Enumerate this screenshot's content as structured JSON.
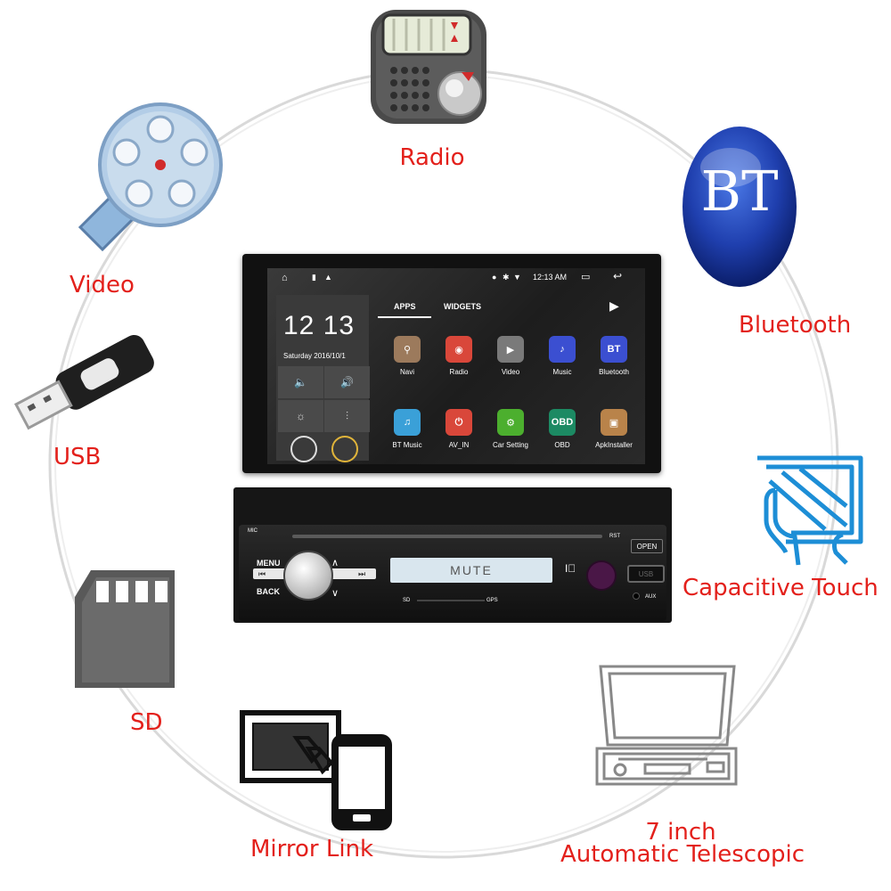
{
  "features": {
    "radio": "Radio",
    "video": "Video",
    "bluetooth": "Bluetooth",
    "bt_badge": "BT",
    "usb": "USB",
    "capacitive_touch": "Capacitive Touch",
    "sd": "SD",
    "mirror_link": "Mirror Link",
    "telescopic_line1": "7 inch",
    "telescopic_line2": "Automatic Telescopic"
  },
  "screen": {
    "status_time": "12:13 AM",
    "clock": "12 13",
    "date": "Saturday 2016/10/1",
    "tabs": {
      "apps": "APPS",
      "widgets": "WIDGETS"
    },
    "apps": [
      {
        "label": "Navi",
        "icon": "navi-icon",
        "color": "#9c7a5c",
        "glyph": "⚲"
      },
      {
        "label": "Radio",
        "icon": "radio-app-icon",
        "color": "#d9473a",
        "glyph": "◉"
      },
      {
        "label": "Video",
        "icon": "video-app-icon",
        "color": "#7a7a7a",
        "glyph": "▶"
      },
      {
        "label": "Music",
        "icon": "music-icon",
        "color": "#3b4fd1",
        "glyph": "♪"
      },
      {
        "label": "Bluetooth",
        "icon": "bluetooth-app-icon",
        "color": "#3b4fd1",
        "glyph": "BT"
      },
      {
        "label": "BT Music",
        "icon": "bt-music-icon",
        "color": "#3aa0d8",
        "glyph": "♫"
      },
      {
        "label": "AV_IN",
        "icon": "av-in-icon",
        "color": "#d9473a",
        "glyph": "⏻"
      },
      {
        "label": "Car Setting",
        "icon": "car-setting-icon",
        "color": "#4caf2e",
        "glyph": "⚙"
      },
      {
        "label": "OBD",
        "icon": "obd-icon",
        "color": "#1c8a63",
        "glyph": "OBD"
      },
      {
        "label": "ApkInstaller",
        "icon": "apk-installer-icon",
        "color": "#b9834a",
        "glyph": "▣"
      }
    ]
  },
  "panel": {
    "mic": "MIC",
    "rst": "RST",
    "open": "OPEN",
    "menu": "MENU",
    "back": "BACK",
    "lcd": "MUTE",
    "sd": "SD",
    "gps": "GPS",
    "aux": "AUX",
    "usb_port": "USB"
  },
  "colors": {
    "label_red": "#e3201b",
    "bt_blue": "#1f3fae"
  }
}
